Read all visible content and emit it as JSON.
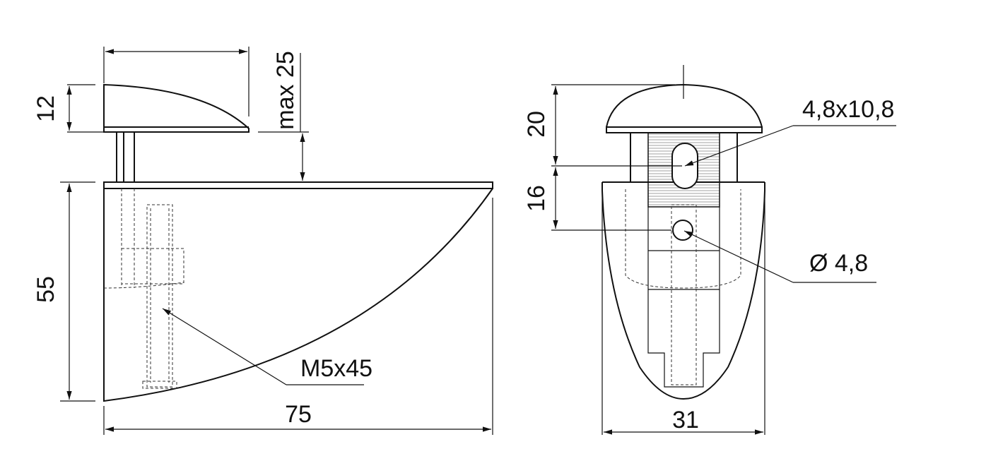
{
  "side_view": {
    "dim_clamp_depth": "12",
    "dim_glass_thickness": "max 25",
    "dim_height": "55",
    "dim_length": "75",
    "screw_label": "M5x45"
  },
  "front_view": {
    "dim_top": "20",
    "dim_middle": "16",
    "slot_label": "4,8x10,8",
    "hole_label": "Ø 4,8",
    "dim_width": "31"
  }
}
